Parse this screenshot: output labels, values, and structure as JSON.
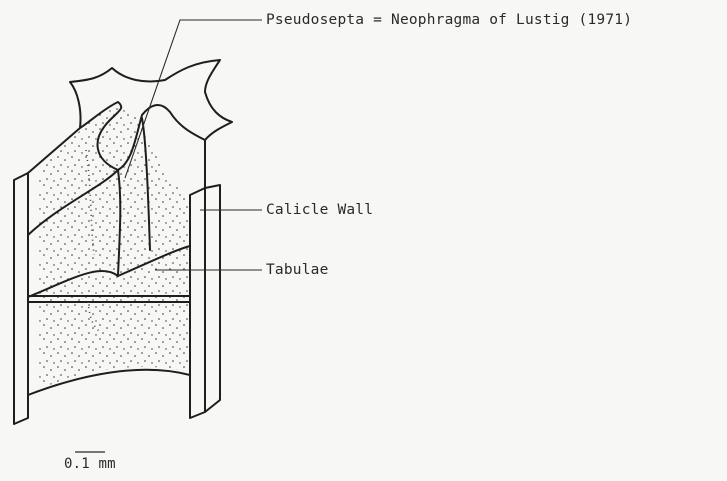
{
  "labels": {
    "pseudosepta": "Pseudosepta = Neophragma of Lustig (1971)",
    "calicle_wall": "Calicle Wall",
    "tabulae": "Tabulae"
  },
  "scale_bar": {
    "label": "0.1 mm"
  }
}
